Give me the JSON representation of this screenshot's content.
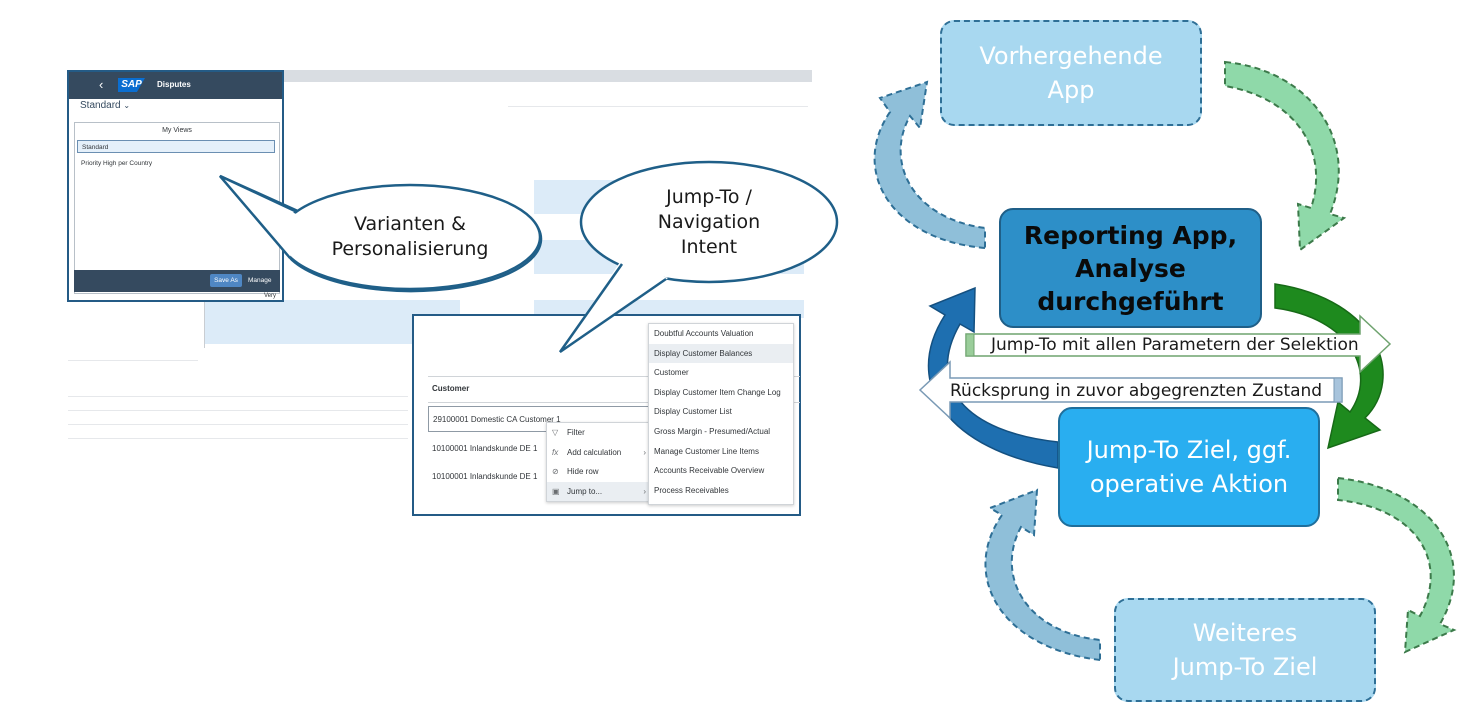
{
  "sap_variants": {
    "app_title": "Disputes",
    "logo_text": "SAP",
    "variant_selector": "Standard",
    "views_title": "My Views",
    "options": [
      "Standard",
      "Priority High per Country"
    ],
    "save_as_label": "Save As",
    "manage_label": "Manage",
    "trailing_text": "Very"
  },
  "bubbles": {
    "variants": "Varianten &\nPersonalisierung",
    "jump_to": "Jump-To /\nNavigation\nIntent"
  },
  "jump_panel": {
    "column_header": "Customer",
    "rows": [
      "29100001 Domestic CA Customer 1",
      "10100001 Inlandskunde DE 1",
      "10100001 Inlandskunde DE 1"
    ],
    "context_menu": [
      {
        "label": "Filter",
        "icon": "filter-icon",
        "has_submenu": false
      },
      {
        "label": "Add calculation",
        "icon": "calculation-icon",
        "has_submenu": true
      },
      {
        "label": "Hide row",
        "icon": "hide-icon",
        "has_submenu": false
      },
      {
        "label": "Jump to...",
        "icon": "jump-icon",
        "has_submenu": true
      }
    ],
    "submenu": [
      "Doubtful Accounts Valuation",
      "Display Customer Balances",
      "Customer",
      "Display Customer Item Change Log",
      "Display Customer List",
      "Gross Margin - Presumed/Actual",
      "Manage Customer Line Items",
      "Accounts Receivable Overview",
      "Process Receivables"
    ]
  },
  "flow": {
    "previous_app": "Vorhergehende\nApp",
    "reporting_app": "Reporting App,\nAnalyse\ndurchgeführt",
    "jump_target": "Jump-To Ziel, ggf.\noperative Aktion",
    "next_target": "Weiteres\nJump-To Ziel",
    "arrow_forward": "Jump-To mit allen Parametern der Selektion",
    "arrow_back": "Rücksprung in zuvor abgegrenzten Zustand"
  },
  "colors": {
    "sap_shell": "#354a5f",
    "panel_border": "#245b86",
    "box_light": "#a8d8f0",
    "box_reporting": "#2d8fc8",
    "box_target": "#29aef0",
    "arrow_blue": "#1e6fb0",
    "arrow_green": "#1e8a1e",
    "arrow_light_green": "#7fd49a"
  }
}
